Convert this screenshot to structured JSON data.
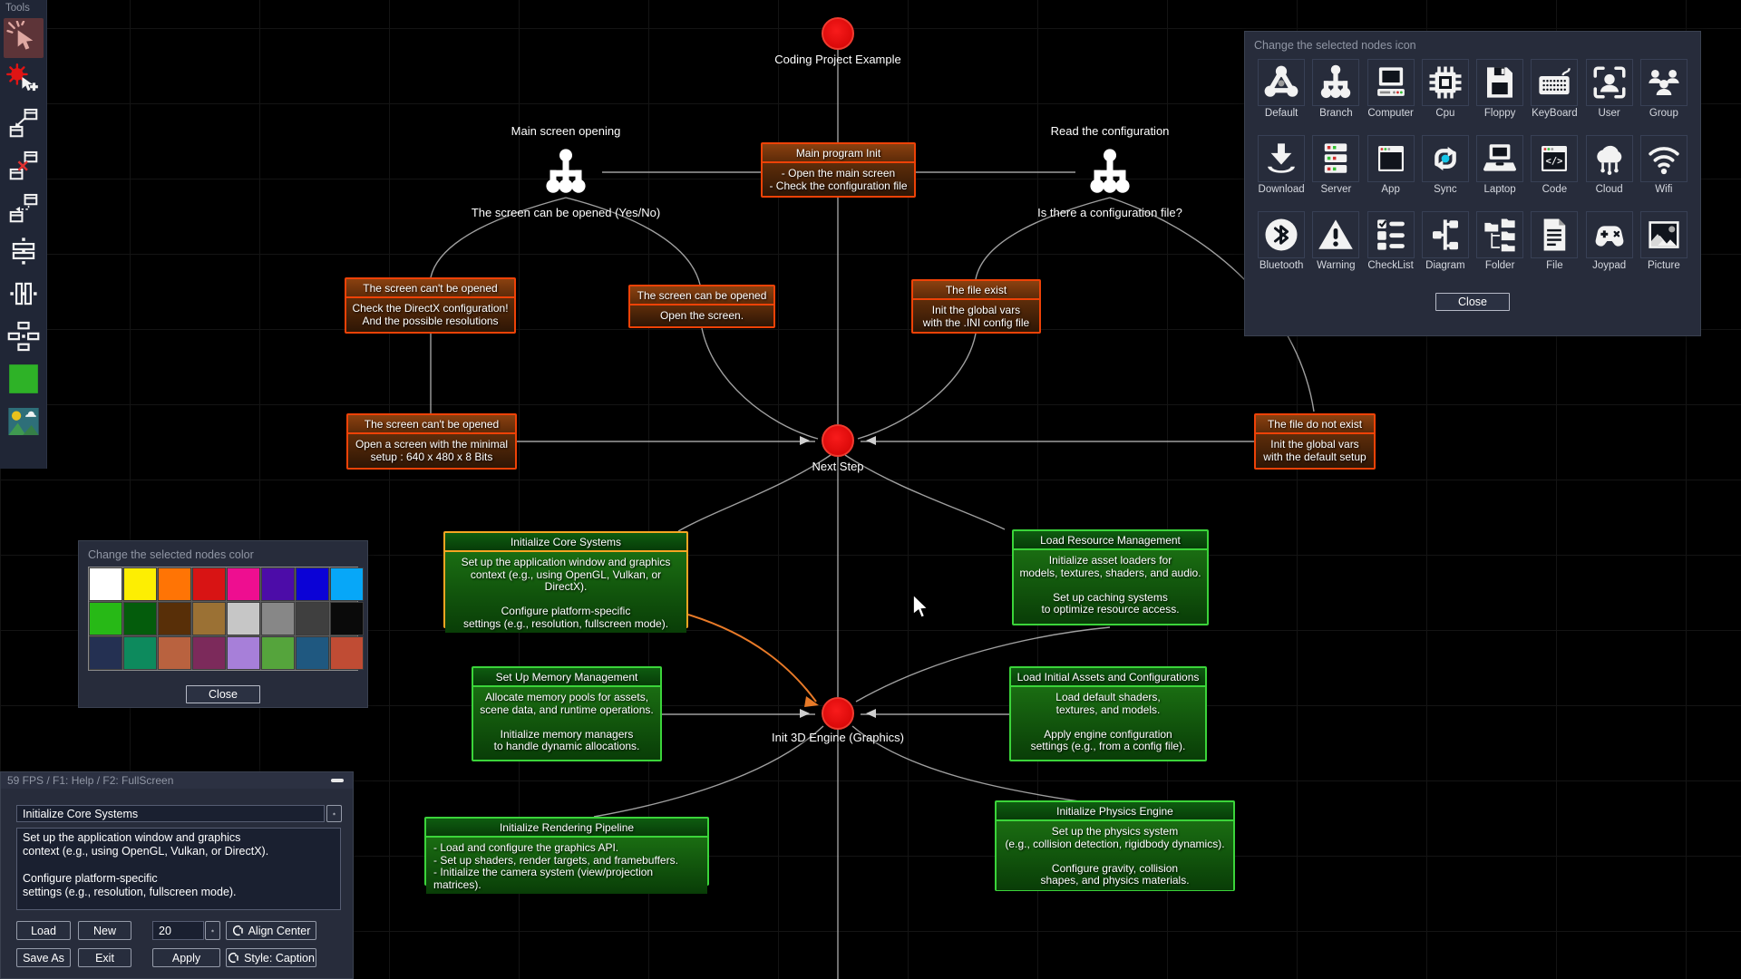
{
  "toolbar": {
    "title": "Tools",
    "tools": [
      {
        "name": "select-click-tool",
        "icon": "pointer-click",
        "selected": true
      },
      {
        "name": "add-node-tool",
        "icon": "add-node",
        "selected": false
      },
      {
        "name": "link-nodes-tool",
        "icon": "link-nodes",
        "selected": false
      },
      {
        "name": "unlink-nodes-tool",
        "icon": "unlink-nodes",
        "selected": false
      },
      {
        "name": "relink-nodes-tool",
        "icon": "relink-nodes",
        "selected": false
      },
      {
        "name": "align-horizontal-tool",
        "icon": "align-horizontal",
        "selected": false
      },
      {
        "name": "align-vertical-tool",
        "icon": "align-vertical",
        "selected": false
      },
      {
        "name": "distribute-tool",
        "icon": "distribute",
        "selected": false
      },
      {
        "name": "node-color-tool",
        "icon": "color-swatch",
        "selected": false
      },
      {
        "name": "background-image-tool",
        "icon": "image",
        "selected": false
      }
    ],
    "swatch_color": "#2eb227"
  },
  "icon_panel": {
    "title": "Change the selected nodes icon",
    "close_label": "Close",
    "icons": [
      {
        "label": "Default",
        "icon": "default"
      },
      {
        "label": "Branch",
        "icon": "branch"
      },
      {
        "label": "Computer",
        "icon": "computer"
      },
      {
        "label": "Cpu",
        "icon": "cpu"
      },
      {
        "label": "Floppy",
        "icon": "floppy"
      },
      {
        "label": "KeyBoard",
        "icon": "keyboard"
      },
      {
        "label": "User",
        "icon": "user"
      },
      {
        "label": "Group",
        "icon": "group"
      },
      {
        "label": "Download",
        "icon": "download"
      },
      {
        "label": "Server",
        "icon": "server"
      },
      {
        "label": "App",
        "icon": "app"
      },
      {
        "label": "Sync",
        "icon": "sync"
      },
      {
        "label": "Laptop",
        "icon": "laptop"
      },
      {
        "label": "Code",
        "icon": "code"
      },
      {
        "label": "Cloud",
        "icon": "cloud"
      },
      {
        "label": "Wifi",
        "icon": "wifi"
      },
      {
        "label": "Bluetooth",
        "icon": "bluetooth"
      },
      {
        "label": "Warning",
        "icon": "warning"
      },
      {
        "label": "CheckList",
        "icon": "checklist"
      },
      {
        "label": "Diagram",
        "icon": "diagram"
      },
      {
        "label": "Folder",
        "icon": "folder"
      },
      {
        "label": "File",
        "icon": "file"
      },
      {
        "label": "Joypad",
        "icon": "joypad"
      },
      {
        "label": "Picture",
        "icon": "picture"
      }
    ]
  },
  "color_panel": {
    "title": "Change the selected nodes color",
    "close_label": "Close",
    "colors": [
      "#ffffff",
      "#fdee02",
      "#ff7405",
      "#d81414",
      "#ee0e90",
      "#4c0ca8",
      "#0b02d6",
      "#07a7f8",
      "#27b916",
      "#045c0c",
      "#582f08",
      "#9b7134",
      "#c6c6c6",
      "#878787",
      "#3f3f3f",
      "#0a0a0a",
      "#243052",
      "#0d8a5d",
      "#b9623f",
      "#7c2a5b",
      "#a77fd9",
      "#55a43c",
      "#1f5880",
      "#c04c34"
    ]
  },
  "control_panel": {
    "status_text": "59 FPS / F1: Help / F2: FullScreen",
    "node_name_value": "Initialize Core Systems",
    "node_description_value": "Set up the application window and graphics\ncontext (e.g., using OpenGL, Vulkan, or DirectX).\n\nConfigure platform-specific\nsettings (e.g., resolution, fullscreen mode).",
    "size_value": "20",
    "buttons": {
      "load": "Load",
      "new": "New",
      "save_as": "Save As",
      "exit": "Exit",
      "apply": "Apply",
      "align": "Align Center",
      "style": "Style: Caption"
    }
  },
  "diagram": {
    "circles": {
      "root": {
        "label": "Coding Project Example"
      },
      "next_step": {
        "label": "Next Step"
      },
      "init_3d": {
        "label": "Init 3D Engine (Graphics)"
      }
    },
    "branch_nodes": {
      "main_screen_opening": {
        "title": "Main screen opening",
        "subtitle": "The screen can be opened (Yes/No)"
      },
      "read_configuration": {
        "title": "Read the configuration",
        "subtitle": "Is there a configuration file?"
      }
    },
    "boxes": {
      "main_program_init": {
        "title": "Main program Init",
        "body": "- Open the main screen\n- Check the configuration file"
      },
      "screen_cant_1": {
        "title": "The screen can't be opened",
        "body": "Check the DirectX configuration!\nAnd the possible resolutions"
      },
      "screen_can": {
        "title": "The screen can be opened",
        "body": "Open the screen."
      },
      "file_exist": {
        "title": "The file exist",
        "body": "Init the global vars\nwith the .INI config file"
      },
      "screen_cant_2": {
        "title": "The screen can't be opened",
        "body": "Open a screen with the minimal\nsetup : 640 x 480 x 8 Bits"
      },
      "file_not_exist": {
        "title": "The file do not exist",
        "body": "Init the global vars\nwith the default setup"
      },
      "init_core": {
        "title": "Initialize Core Systems",
        "body": "Set up the application window and graphics\ncontext (e.g., using OpenGL, Vulkan, or DirectX).\n\nConfigure platform-specific\nsettings (e.g., resolution, fullscreen mode)."
      },
      "load_resource": {
        "title": "Load Resource Management",
        "body": "Initialize asset loaders for\nmodels, textures, shaders, and audio.\n\nSet up caching systems\nto optimize resource access."
      },
      "memory": {
        "title": "Set Up Memory Management",
        "body": "Allocate memory pools for assets,\nscene data, and runtime operations.\n\nInitialize memory managers\nto handle dynamic allocations."
      },
      "load_assets": {
        "title": "Load Initial Assets and Configurations",
        "body": "Load default shaders,\ntextures, and models.\n\nApply engine configuration\nsettings (e.g., from a config file)."
      },
      "rendering": {
        "title": "Initialize Rendering Pipeline",
        "body": "- Load and configure the graphics API.\n- Set up shaders, render targets, and framebuffers.\n- Initialize the camera system (view/projection matrices)."
      },
      "physics": {
        "title": "Initialize Physics Engine",
        "body": "Set up the physics system\n(e.g., collision detection, rigidbody dynamics).\n\nConfigure gravity, collision\nshapes, and physics materials."
      }
    }
  }
}
